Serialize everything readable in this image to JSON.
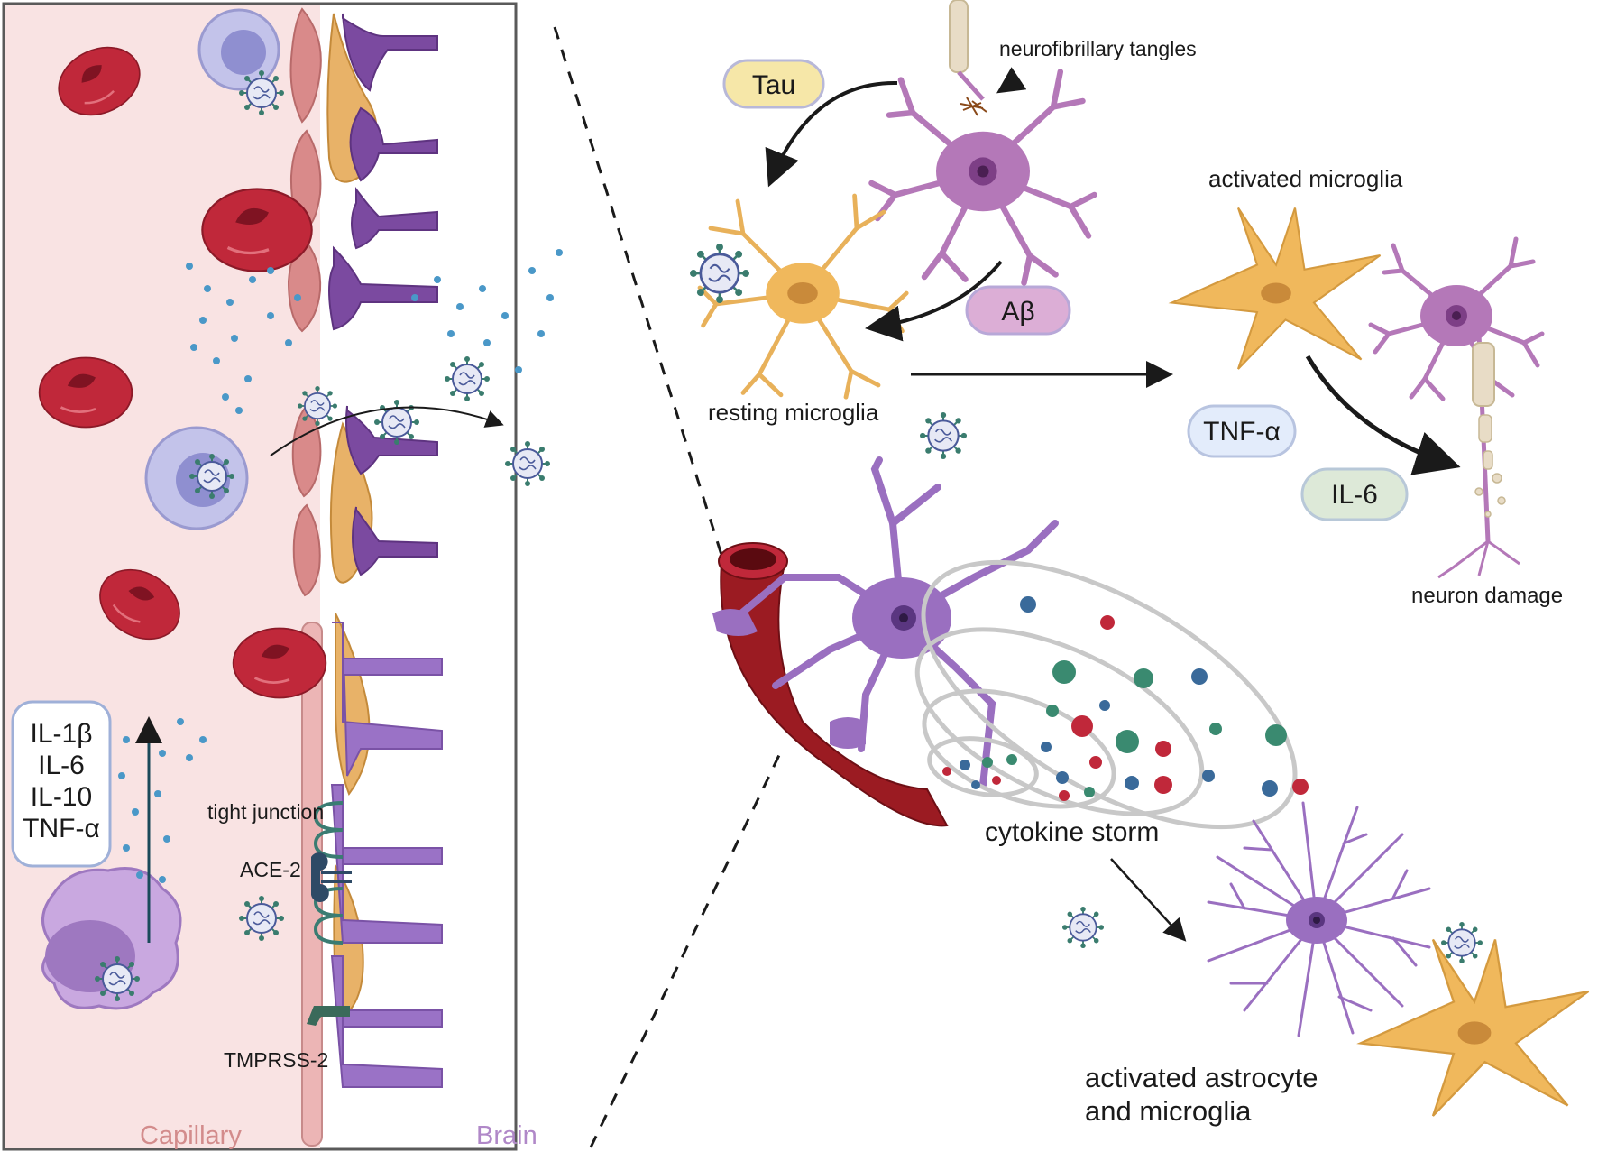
{
  "left_panel": {
    "cytokine_box": [
      "IL-1β",
      "IL-6",
      "IL-10",
      "TNF-α"
    ],
    "tight_junction": "tight junction",
    "ace2": "ACE-2",
    "tmprss2": "TMPRSS-2",
    "capillary": "Capillary",
    "brain": "Brain"
  },
  "right_panel": {
    "tau": "Tau",
    "neurofibrillary_tangles": "neurofibrillary tangles",
    "abeta": "Aβ",
    "resting_microglia": "resting microglia",
    "activated_microglia": "activated microglia",
    "tnf_alpha": "TNF-α",
    "il6": "IL-6",
    "neuron_damage": "neuron damage",
    "cytokine_storm": "cytokine storm",
    "activated_astrocyte_line1": "activated astrocyte",
    "activated_astrocyte_line2": "and microglia"
  },
  "colors": {
    "capillary_bg": "#f9e3e3",
    "rbc": "#c0283a",
    "neuron": "#b478b8",
    "microglia": "#f0b85c",
    "astrocyte": "#9a6fc0",
    "vessel": "#9b1b22",
    "virus": "#4a5a9a"
  }
}
